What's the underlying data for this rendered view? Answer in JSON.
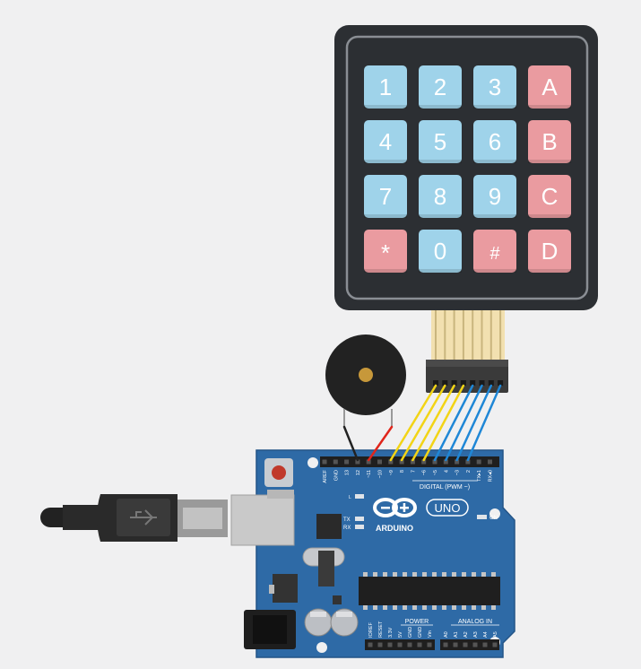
{
  "keypad": {
    "rows": [
      [
        "1",
        "2",
        "3",
        "A"
      ],
      [
        "4",
        "5",
        "6",
        "B"
      ],
      [
        "7",
        "8",
        "9",
        "C"
      ],
      [
        "*",
        "0",
        "#",
        "D"
      ]
    ],
    "colors": {
      "numeric_key": "#9fd3ea",
      "function_key": "#ea9ba0",
      "body": "#2c2f33",
      "key_text": "#ffffff"
    }
  },
  "board": {
    "logo_text": "ARDUINO",
    "model": "UNO",
    "on_label": "ON",
    "tx_label": "TX",
    "rx_label": "RX",
    "l_label": "L",
    "digital_header": "DIGITAL (PWM ~)",
    "power_header": "POWER",
    "analog_header": "ANALOG IN",
    "top_pins": [
      "AREF",
      "GND",
      "13",
      "12",
      "~11",
      "~10",
      "~9",
      "8",
      "7",
      "~6",
      "~5",
      "4",
      "~3",
      "2",
      "TX▸1",
      "RX◂0"
    ],
    "power_pins": [
      "IOREF",
      "RESET",
      "3.3V",
      "5V",
      "GND",
      "GND",
      "Vin"
    ],
    "analog_pins": [
      "A0",
      "A1",
      "A2",
      "A3",
      "A4",
      "A5"
    ],
    "colors": {
      "board": "#2e6aa6",
      "board_edge": "#235487"
    }
  },
  "wires": {
    "colors": {
      "keypad_rows": "#f2d416",
      "keypad_cols": "#1f87d6",
      "buzzer_neg": "#222222",
      "buzzer_pos": "#e0251b"
    }
  }
}
